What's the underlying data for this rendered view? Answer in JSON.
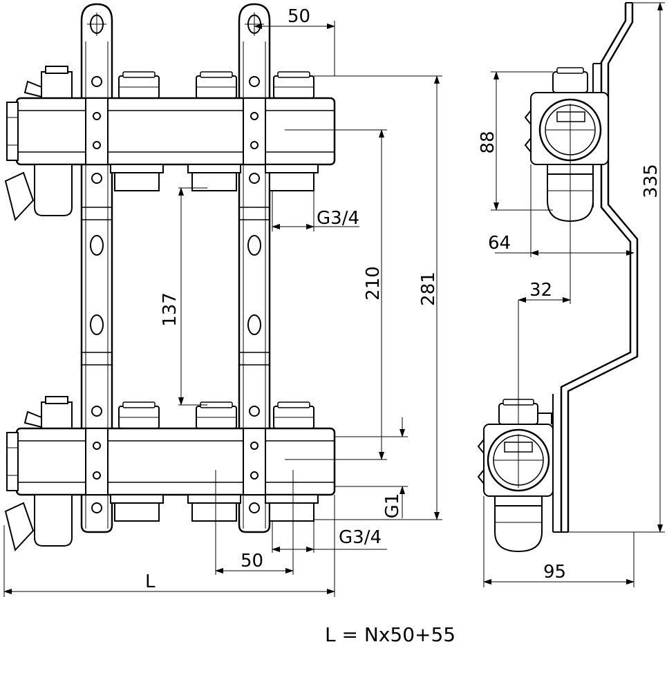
{
  "dimensions": {
    "top_spacing": "50",
    "bottom_spacing": "50",
    "outlet_thread_top": "G3/4",
    "outlet_thread_bottom": "G3/4",
    "inlet_thread": "G1",
    "bar_distance": "137",
    "axis_distance": "210",
    "overall_height": "281",
    "overall_length": "L",
    "side_height_small": "88",
    "side_offset_64": "64",
    "side_offset_32": "32",
    "side_depth": "95",
    "bracket_height": "335"
  },
  "formula": "L = Nx50+55"
}
